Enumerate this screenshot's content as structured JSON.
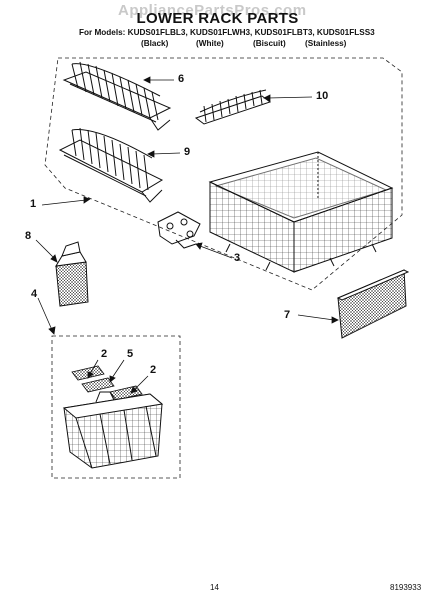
{
  "watermark": "AppliancePartsPros.com",
  "title": "LOWER RACK PARTS",
  "models_line": "For Models: KUDS01FLBL3, KUDS01FLWH3, KUDS01FLBT3, KUDS01FLSS3",
  "finishes": [
    "(Black)",
    "(White)",
    "(Biscuit)",
    "(Stainless)"
  ],
  "callouts": {
    "c1": "1",
    "c2a": "2",
    "c2b": "2",
    "c3": "3",
    "c4": "4",
    "c5": "5",
    "c6": "6",
    "c7": "7",
    "c8": "8",
    "c9": "9",
    "c10": "10"
  },
  "page_number": "14",
  "doc_number": "8193933"
}
